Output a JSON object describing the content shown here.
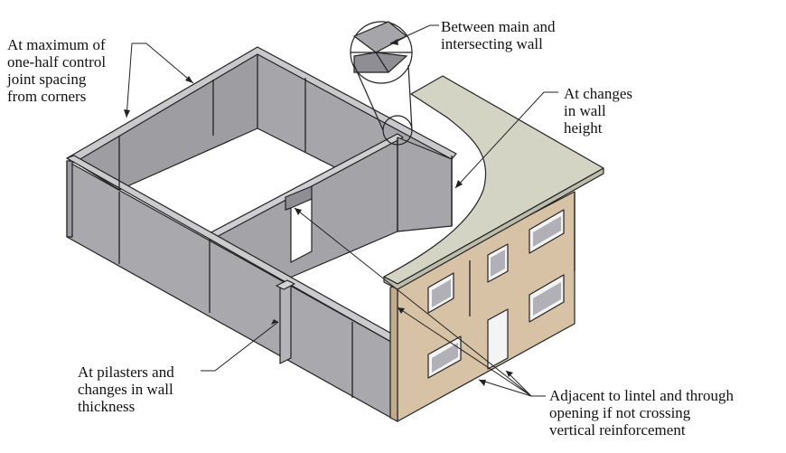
{
  "labels": {
    "corners": [
      "At maximum of",
      "one-half control",
      "joint spacing",
      "from corners"
    ],
    "intersecting": [
      "Between main and",
      "intersecting wall"
    ],
    "height": [
      "At changes",
      "in wall",
      "height"
    ],
    "pilasters": [
      "At pilasters and",
      "changes in wall",
      "thickness"
    ],
    "lintel": [
      "Adjacent to lintel and through",
      "opening if not crossing",
      "vertical reinforcement"
    ]
  },
  "colors": {
    "wall_gray": "#a6a6aa",
    "wall_gray_dark": "#8e8e94",
    "wall_top": "#c9c9cc",
    "facade_tan": "#d8c2a6",
    "roof": "#d4d4c4",
    "outline": "#222222",
    "window_frame": "#f4f4f4",
    "window_glass": "#b0b0b6"
  }
}
